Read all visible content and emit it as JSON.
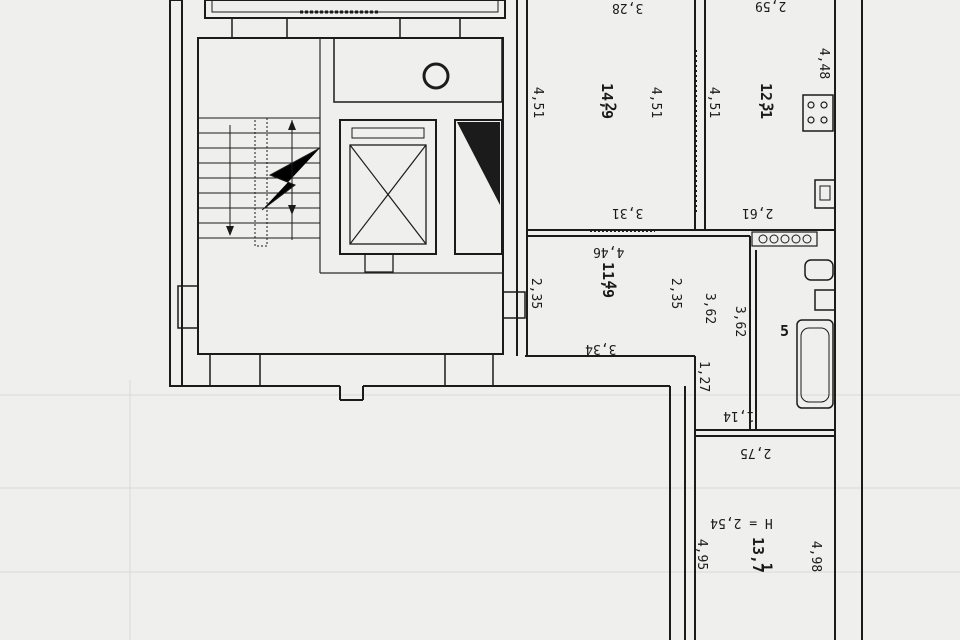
{
  "plan": {
    "ceiling_height": "H = 2,54",
    "rooms": [
      {
        "number": "1",
        "area": "13,7"
      },
      {
        "number": "2",
        "area": "14,9"
      },
      {
        "number": "3",
        "area": "12,1"
      },
      {
        "number": "4",
        "area": "11,9"
      },
      {
        "number": "5",
        "area": ""
      }
    ],
    "dimensions": {
      "top_3_28": "3,28",
      "top_2_59": "2,59",
      "r3_4_48": "4,48",
      "r2_left_4_51": "4,51",
      "r2_right_4_51": "4,51",
      "r3_left_4_51": "4,51",
      "r3_bottom_2_61": "2,61",
      "hall_3_31": "3,31",
      "hall_4_46": "4,46",
      "r4_left_2_35": "2,35",
      "r4_right_2_35": "2,35",
      "r4_3_62": "3,62",
      "bath_3_62": "3,62",
      "r4_bottom_3_34": "3,34",
      "corridor_1_27": "1,27",
      "corridor_1_14": "1,14",
      "r1_top_2_75": "2,75",
      "r1_left_4_95": "4,95",
      "r1_right_4_98": "4,98"
    }
  }
}
